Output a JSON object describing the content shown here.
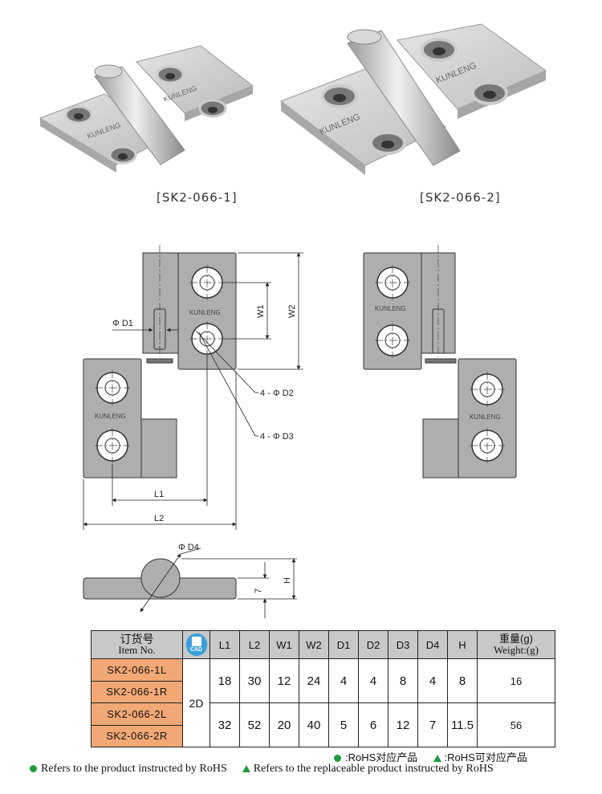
{
  "photos": {
    "left_caption": "[SK2-066-1]",
    "right_caption": "[SK2-066-2]",
    "left_engraving": "KUNLENG",
    "right_engraving": "KUNLENG"
  },
  "drawing": {
    "labels": {
      "d1": "Φ D1",
      "w1": "W1",
      "w2": "W2",
      "d2": "4 - Φ D2",
      "d3": "4 - Φ D3",
      "l1": "L1",
      "l2": "L2",
      "d4": "Φ D4",
      "seven": "7",
      "h": "H",
      "brand_plate": "KUNLENG"
    }
  },
  "table": {
    "header_item_zh": "订货号",
    "header_item_en": "Item No.",
    "cad_label": "CAD",
    "columns": [
      "L1",
      "L2",
      "W1",
      "W2",
      "D1",
      "D2",
      "D3",
      "D4",
      "H"
    ],
    "header_weight_zh": "重量(g)",
    "header_weight_en": "Weight:(g)",
    "items": [
      "SK2-066-1L",
      "SK2-066-1R",
      "SK2-066-2L",
      "SK2-066-2R"
    ],
    "cad_value": "2D",
    "groups": [
      {
        "values": [
          "18",
          "30",
          "12",
          "24",
          "4",
          "4",
          "8",
          "4",
          "8"
        ],
        "weight": "16"
      },
      {
        "values": [
          "32",
          "52",
          "20",
          "40",
          "5",
          "6",
          "12",
          "7",
          "11.5"
        ],
        "weight": "56"
      }
    ]
  },
  "legend": {
    "rohs_zh": ":RoHS对应产品",
    "replace_zh": ":RoHS可对应产品",
    "rohs_en": "Refers to the product instructed by RoHS",
    "replace_en": "Refers to the replaceable product instructed by RoHS"
  },
  "colors": {
    "item_cell": "#f2a875",
    "header_cell": "#c8c8c8",
    "metal": "#aeaeae",
    "legend_green": "#1f9a3c",
    "cad_blue": "#3aa0dd"
  }
}
